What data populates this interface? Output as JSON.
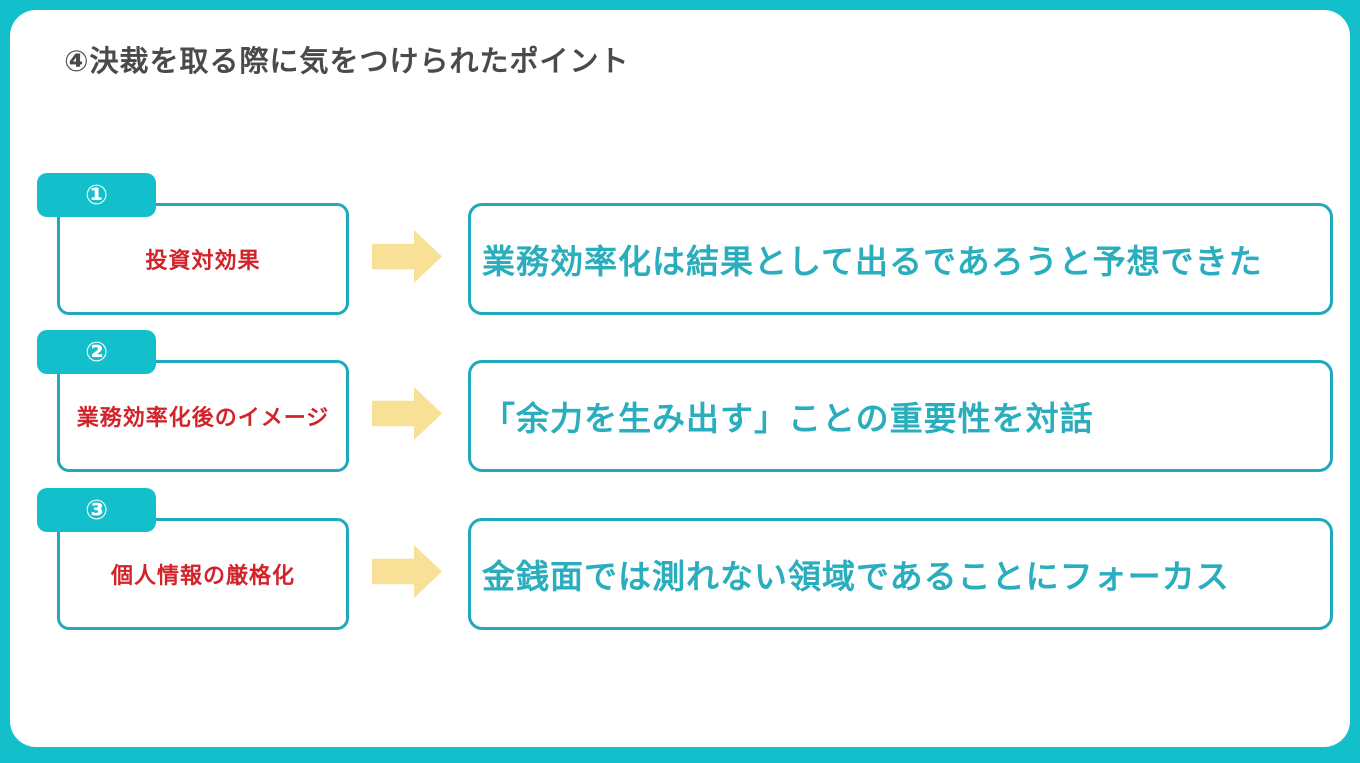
{
  "page": {
    "title": "④決裁を取る際に気をつけられたポイント"
  },
  "colors": {
    "frame_teal": "#13bfca",
    "box_border_teal": "#1fa9ba",
    "teal_text": "#2aaebd",
    "red_text": "#d2232a",
    "arrow_yellow": "#f8e096",
    "title_gray": "#4a4a4a"
  },
  "rows": [
    {
      "number": "①",
      "label": "投資対効果",
      "result": "業務効率化は結果として出るであろうと予想できた"
    },
    {
      "number": "②",
      "label": "業務効率化後のイメージ",
      "result": "「余力を生み出す」ことの重要性を対話"
    },
    {
      "number": "③",
      "label": "個人情報の厳格化",
      "result": "金銭面では測れない領域であることにフォーカス"
    }
  ]
}
